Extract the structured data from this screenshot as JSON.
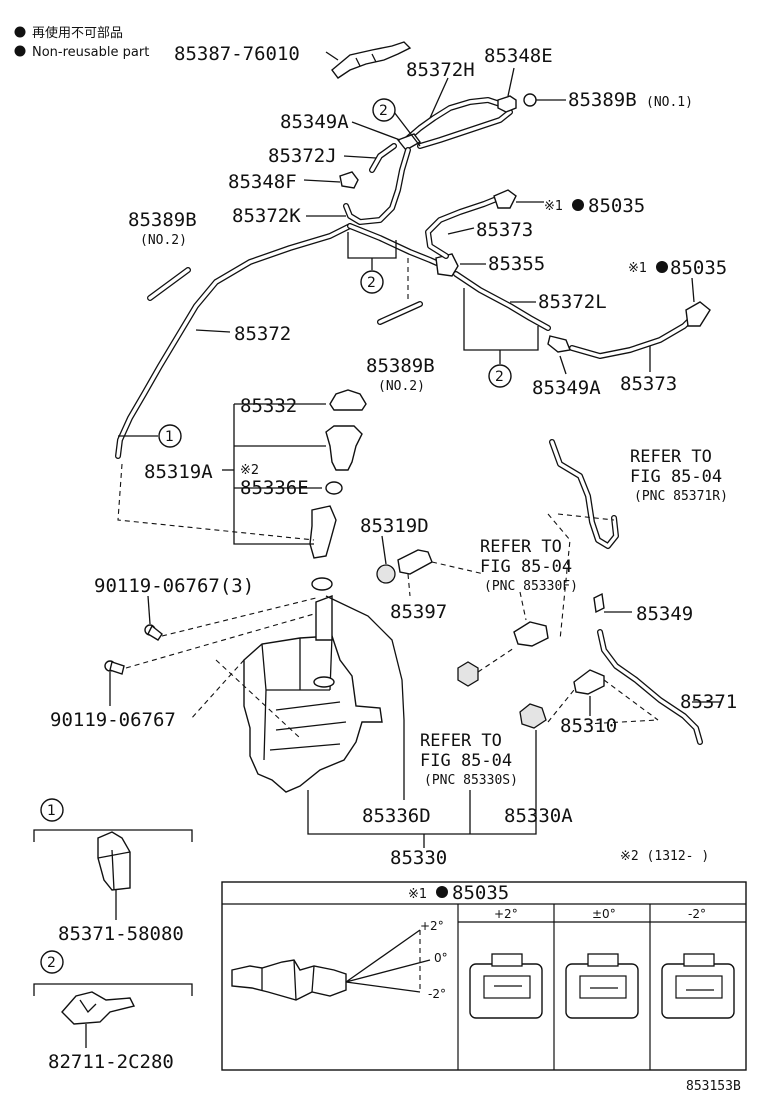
{
  "legend": {
    "text_jp": "再使用不可部品",
    "text_en": "Non-reusable part"
  },
  "diagram_id": "853153B",
  "circle_refs": {
    "one": "1",
    "two": "2"
  },
  "marks": {
    "asterisk1": "※1",
    "asterisk2": "※2"
  },
  "labels": {
    "p85387": "85387-76010",
    "p85372H": "85372H",
    "p85348E": "85348E",
    "p85389B_1": "85389B",
    "p85389B_1_note": "(NO.1)",
    "p85349A_top": "85349A",
    "p85372J": "85372J",
    "p85348F": "85348F",
    "p85372K": "85372K",
    "p85389B_2": "85389B",
    "p85389B_2_note": "(NO.2)",
    "p85035_a": "85035",
    "p85373_a": "85373",
    "p85355": "85355",
    "p85035_b": "85035",
    "p85372L": "85372L",
    "p85372": "85372",
    "p85389B_3": "85389B",
    "p85389B_3_note": "(NO.2)",
    "p85349A_bottom": "85349A",
    "p85373_b": "85373",
    "p85332": "85332",
    "p85319A": "85319A",
    "p85336E": "85336E",
    "p85319D": "85319D",
    "p85397": "85397",
    "p90119_a": "90119-06767(3)",
    "p90119_b": "90119-06767",
    "p85349": "85349",
    "p85371": "85371",
    "p85310": "85310",
    "p85336D": "85336D",
    "p85330A": "85330A",
    "p85330": "85330",
    "p85371_58080": "85371-58080",
    "p82711": "82711-2C280",
    "note_x2": "※2 (1312-     )",
    "p85035_box": "85035"
  },
  "refs": {
    "r1_line1": "REFER TO",
    "r1_line2": "FIG 85-04",
    "r1_line3": "(PNC 85371R)",
    "r2_line1": "REFER TO",
    "r2_line2": "FIG 85-04",
    "r2_line3": "(PNC 85330F)",
    "r3_line1": "REFER TO",
    "r3_line2": "FIG 85-04",
    "r3_line3": "(PNC 85330S)"
  },
  "adjust_box": {
    "columns": [
      "+2°",
      "±0°",
      "-2°"
    ],
    "angles": {
      "plus": "+2°",
      "zero": "0°",
      "minus": "-2°"
    }
  }
}
